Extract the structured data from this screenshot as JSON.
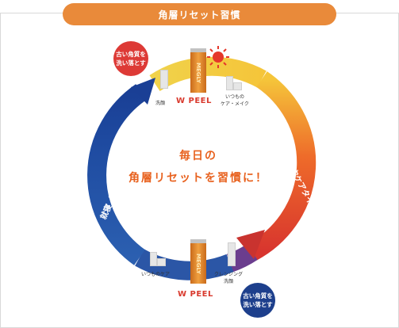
{
  "title": "角層リセット習慣",
  "center": {
    "line1": "毎日の",
    "line2": "角層リセットを習慣に！"
  },
  "bubbles": {
    "top": {
      "line1": "古い角質を",
      "line2": "洗い落とす"
    },
    "bottom": {
      "line1": "古い角質を",
      "line2": "洗い落とす"
    }
  },
  "day": {
    "product": "W PEEL",
    "tube_text": "MEGLY",
    "wash_label": "洗顔",
    "care_label": {
      "line1": "いつもの",
      "line2": "ケア・メイク"
    },
    "phase_label": "活動（角質・毛穴ケアタイム）"
  },
  "night": {
    "product": "W PEEL",
    "tube_text": "MEGLY",
    "care_label": "いつものケア",
    "cleanse_label": {
      "line1": "クレンジング",
      "line2": "洗顔"
    },
    "phase_label": "就寝（角質・毛穴ケアタイム）"
  },
  "icons": {
    "sun": "sun-icon",
    "moon": "moon-icon"
  },
  "colors": {
    "orange": "#e98a3a",
    "red": "#dd3a36",
    "blue": "#1d3f8c",
    "yellow": "#f2c531"
  }
}
